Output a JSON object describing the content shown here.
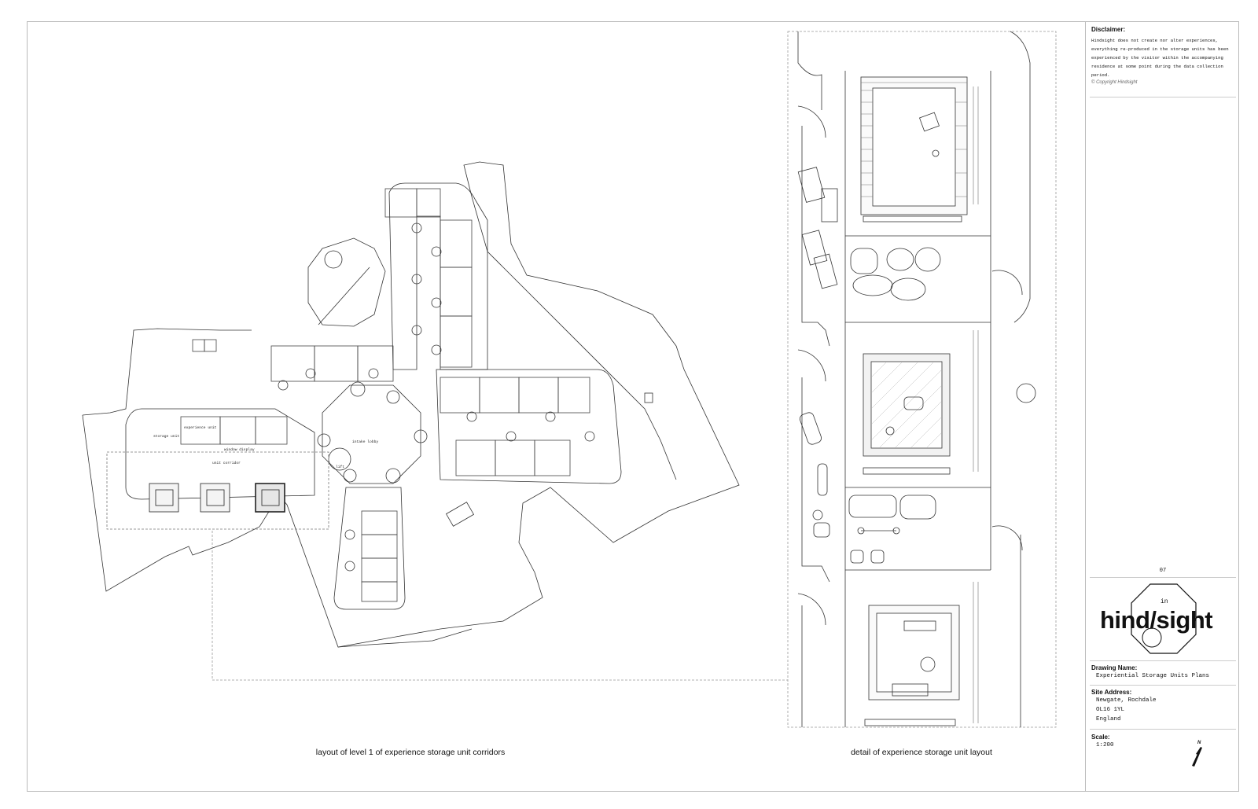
{
  "captions": {
    "plan": "layout of level 1 of experience storage unit corridors",
    "detail": "detail of experience storage unit layout"
  },
  "plan_labels": {
    "intake_lobby": "intake lobby",
    "lift": "lift",
    "storage_unit": "storage unit",
    "experience_unit": "experience unit",
    "window_display": "window display",
    "unit_corridor": "unit corridor"
  },
  "titleblock": {
    "disclaimer_title": "Disclaimer:",
    "disclaimer_body": "Hindsight does not create nor alter experiences, everything re-produced in the storage units has been experienced by the visitor within the accompanying residence at some point during the data collection period.",
    "copyright": "© Copyright Hindsight",
    "sheet_number": "07",
    "logo_prefix": "in",
    "logo_text": "hind/sight",
    "drawing_name_label": "Drawing Name:",
    "drawing_name": "Experiential Storage Units Plans",
    "site_address_label": "Site Address:",
    "site_address_lines": [
      "Newgate, Rochdale",
      "OL16 1YL",
      "England"
    ],
    "scale_label": "Scale:",
    "scale": "1:200",
    "north_label": "N"
  }
}
